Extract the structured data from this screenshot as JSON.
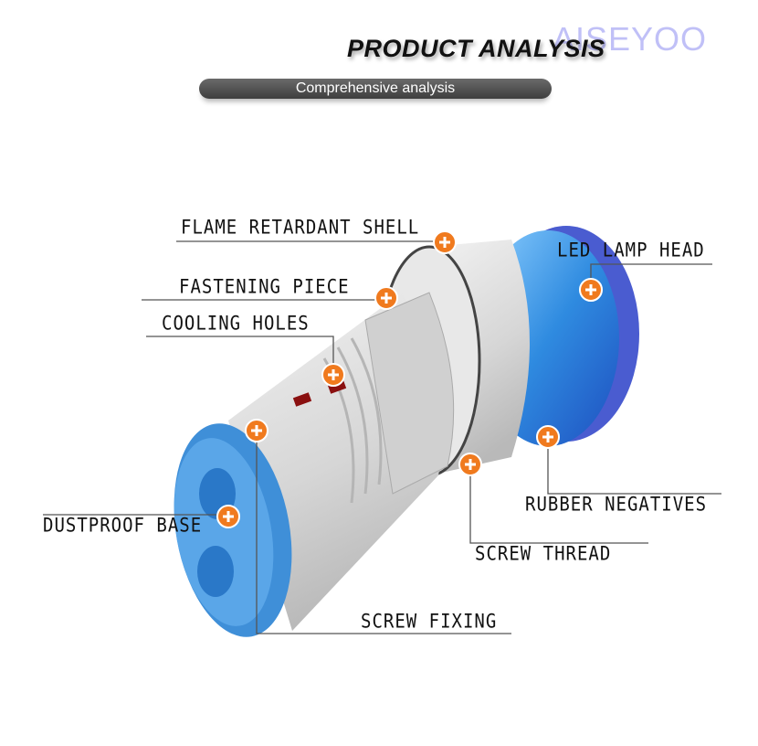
{
  "header": {
    "title": "PRODUCT ANALYSIS",
    "brand": "AISEYOO",
    "subtitle": "Comprehensive analysis"
  },
  "labels": {
    "flame_retardant_shell": "FLAME RETARDANT SHELL",
    "led_lamp_head": "LED LAMP HEAD",
    "fastening_piece": "FASTENING PIECE",
    "cooling_holes": "COOLING HOLES",
    "dustproof_base": "DUSTPROOF BASE",
    "rubber_negatives": "RUBBER NEGATIVES",
    "screw_thread": "SCREW THREAD",
    "screw_fixing": "SCREW FIXING"
  },
  "colors": {
    "marker": "#f07a1e",
    "cap_blue": "#3a8fe0",
    "body_grey": "#dcdcdc"
  }
}
